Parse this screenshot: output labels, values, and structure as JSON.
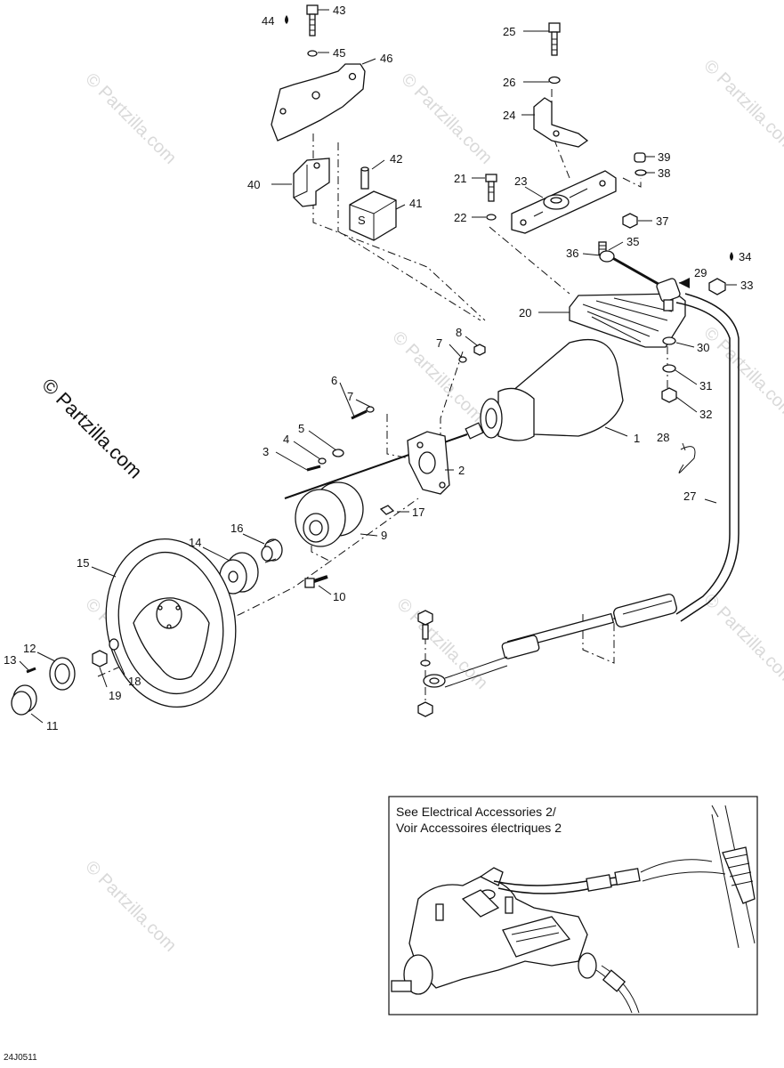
{
  "diagram": {
    "watermark": "© Partzilla.com",
    "drawing_code": "24J0511",
    "inset_note": {
      "line1": "See Electrical Accessories 2/",
      "line2": "Voir Accessoires électriques 2"
    },
    "callouts": [
      "1",
      "2",
      "3",
      "4",
      "5",
      "6",
      "7",
      "7",
      "8",
      "9",
      "10",
      "11",
      "12",
      "13",
      "14",
      "15",
      "16",
      "17",
      "18",
      "19",
      "20",
      "21",
      "22",
      "23",
      "24",
      "25",
      "26",
      "27",
      "28",
      "29",
      "30",
      "31",
      "32",
      "33",
      "34",
      "35",
      "36",
      "37",
      "38",
      "39",
      "40",
      "41",
      "42",
      "43",
      "44",
      "45",
      "46"
    ],
    "callout_texts": {
      "c1": "1",
      "c2": "2",
      "c3": "3",
      "c4": "4",
      "c5": "5",
      "c6": "6",
      "c7a": "7",
      "c7b": "7",
      "c8": "8",
      "c9": "9",
      "c10": "10",
      "c11": "11",
      "c12": "12",
      "c13": "13",
      "c14": "14",
      "c15": "15",
      "c16": "16",
      "c17": "17",
      "c18": "18",
      "c19": "19",
      "c20": "20",
      "c21": "21",
      "c22": "22",
      "c23": "23",
      "c24": "24",
      "c25": "25",
      "c26": "26",
      "c27": "27",
      "c28": "28",
      "c29": "29",
      "c30": "30",
      "c31": "31",
      "c32": "32",
      "c33": "33",
      "c34": "34",
      "c35": "35",
      "c36": "36",
      "c37": "37",
      "c38": "38",
      "c39": "39",
      "c40": "40",
      "c41": "41",
      "c42": "42",
      "c43": "43",
      "c44": "44",
      "c45": "45",
      "c46": "46"
    },
    "stamp_letter": "S"
  }
}
